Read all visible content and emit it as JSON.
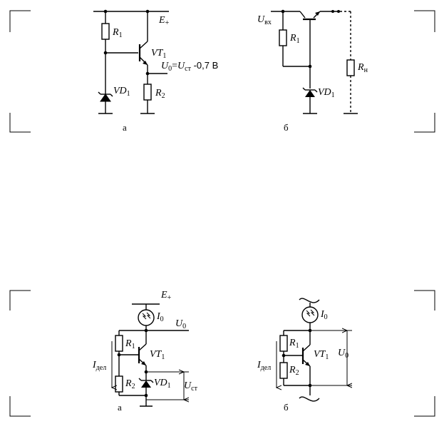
{
  "fig1": {
    "a": {
      "supply": "E",
      "supply_sub": "+",
      "r1": "R",
      "r1_sub": "1",
      "vt": "VT",
      "vt_sub": "1",
      "u0": "U",
      "u0_sub": "0",
      "eq": "=",
      "ust": "U",
      "ust_sub": "ст",
      "tail": " -0,7 В",
      "vd": "VD",
      "vd_sub": "1",
      "r2": "R",
      "r2_sub": "2",
      "caption": "а"
    },
    "b": {
      "uin": "U",
      "uin_sub": "вх",
      "r1": "R",
      "r1_sub": "1",
      "vd": "VD",
      "vd_sub": "1",
      "rn": "R",
      "rn_sub": "н",
      "caption": "б"
    }
  },
  "fig2": {
    "a": {
      "supply": "E",
      "supply_sub": "+",
      "i0": "I",
      "i0_sub": "0",
      "u0": "U",
      "u0_sub": "0",
      "r1": "R",
      "r1_sub": "1",
      "vt": "VT",
      "vt_sub": "1",
      "idel": "I",
      "idel_sub": "дел",
      "r2": "R",
      "r2_sub": "2",
      "vd": "VD",
      "vd_sub": "1",
      "ust": "U",
      "ust_sub": "ст",
      "caption": "а"
    },
    "b": {
      "i0": "I",
      "i0_sub": "0",
      "r1": "R",
      "r1_sub": "1",
      "vt": "VT",
      "vt_sub": "1",
      "u0": "U",
      "u0_sub": "0",
      "idel": "I",
      "idel_sub": "дел",
      "r2": "R",
      "r2_sub": "2",
      "caption": "б"
    }
  }
}
